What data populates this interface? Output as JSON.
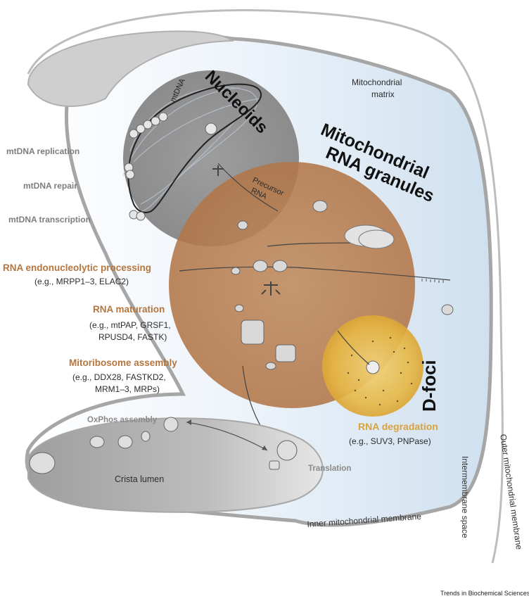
{
  "titles": {
    "nucleoids": "Nucleoids",
    "granules_line1": "Mitochondrial",
    "granules_line2": "RNA granules",
    "dfoci": "D-foci"
  },
  "labels": {
    "mtdna": "mtDNA",
    "matrix_line1": "Mitochondrial",
    "matrix_line2": "matrix",
    "precursor_line1": "Precursor",
    "precursor_line2": "RNA",
    "mtdna_replication": "mtDNA replication",
    "mtdna_repair": "mtDNA repair",
    "mtdna_transcription": "mtDNA transcription",
    "oxphos_assembly": "OxPhos assembly",
    "translation": "Translation",
    "crista_lumen": "Crista lumen",
    "inner_membrane": "Inner mitochondrial membrane",
    "intermembrane_space": "Intermembrane space",
    "outer_membrane": "Outer mitochondrial membrane",
    "footer": "Trends in Biochemical Sciences"
  },
  "processes": {
    "endo_title": "RNA endonucleolytic processing",
    "endo_example": "(e.g., MRPP1–3, ELAC2)",
    "maturation_title": "RNA maturation",
    "maturation_example_1": "(e.g., mtPAP, GRSF1,",
    "maturation_example_2": "RPUSD4, FASTK)",
    "mitoribosome_title": "Mitoribosome assembly",
    "mitoribosome_example_1": "(e.g., DDX28, FASTKD2,",
    "mitoribosome_example_2": "MRM1–3, MRPs)",
    "degradation_title": "RNA degradation",
    "degradation_example": "(e.g., SUV3, PNPase)"
  },
  "colors": {
    "nucleoid": "#8f8f8f",
    "granule": "#b57a4a",
    "dfoci": "#e8b845",
    "matrix": "#dce9f4",
    "membrane": "#b0b0b0",
    "brown_text": "#b5763e",
    "degradation_text": "#d9a23c"
  }
}
